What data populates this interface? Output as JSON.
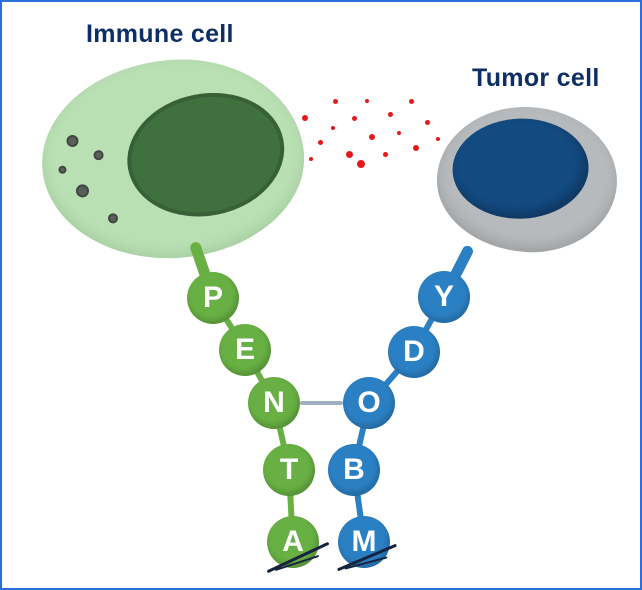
{
  "labels": {
    "immune_cell": "Immune cell",
    "tumor_cell": "Tumor cell"
  },
  "chains": {
    "left": {
      "side": "immune-arm",
      "bead_color": "green",
      "letters": [
        "P",
        "E",
        "N",
        "T",
        "A"
      ]
    },
    "right": {
      "side": "tumor-arm",
      "bead_color": "blue",
      "letters": [
        "Y",
        "D",
        "O",
        "B",
        "M"
      ]
    }
  },
  "colors": {
    "label_text": "#0d2f66",
    "frame_blue": "#2b6fdd",
    "immune_body": "#b9e0b3",
    "immune_nucleus": "#41703f",
    "granule": "#5a5f5a",
    "tumor_body": "#b7babc",
    "tumor_nucleus": "#134a80",
    "green_bead": "#68b043",
    "blue_bead": "#2b80c4",
    "cytokine_red": "#e81818",
    "strike_mark": "#16233f"
  }
}
